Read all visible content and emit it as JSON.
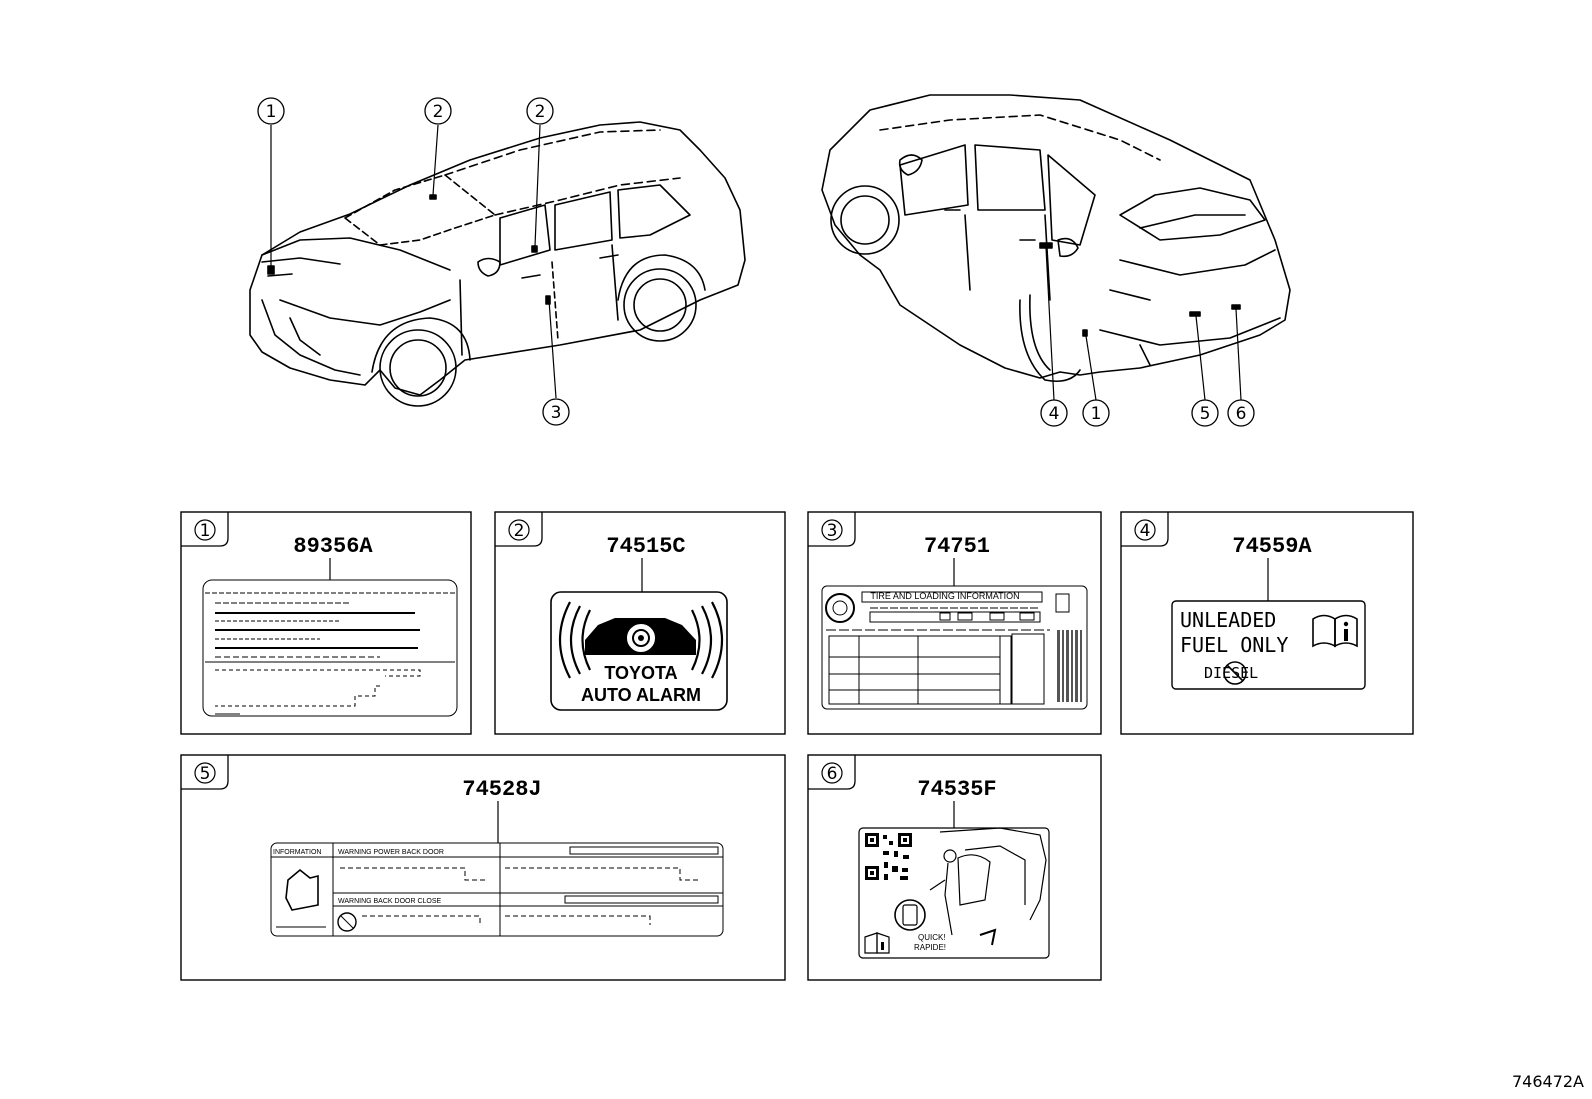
{
  "figure_id": "746472A",
  "callouts": {
    "front_view": [
      "1",
      "2",
      "2",
      "3"
    ],
    "rear_view": [
      "4",
      "1",
      "5",
      "6"
    ]
  },
  "panels": [
    {
      "index": "1",
      "part_number": "89356A"
    },
    {
      "index": "2",
      "part_number": "74515C",
      "label_lines": [
        "TOYOTA",
        "AUTO ALARM"
      ]
    },
    {
      "index": "3",
      "part_number": "74751",
      "label_heading": "TIRE AND LOADING INFORMATION"
    },
    {
      "index": "4",
      "part_number": "74559A",
      "label_lines": [
        "UNLEADED",
        "FUEL ONLY",
        "DIESEL"
      ]
    },
    {
      "index": "5",
      "part_number": "74528J",
      "label_cells": [
        "INFORMATION",
        "WARNING  POWER BACK DOOR",
        "WARNING  BACK DOOR CLOSE"
      ]
    },
    {
      "index": "6",
      "part_number": "74535F",
      "label_lines": [
        "QUICK!",
        "RAPIDE!"
      ]
    }
  ]
}
